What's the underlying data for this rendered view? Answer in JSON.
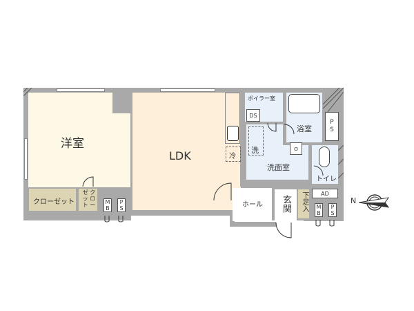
{
  "floorplan": {
    "rooms": {
      "western_room": "洋室",
      "closet": "クローゼット",
      "small_closet": "クロ|ーゼ|ット",
      "ldk": "LDK",
      "fridge": "冷",
      "boiler_room": "ボイラー室",
      "ds": "DS",
      "washer": "洗",
      "bathroom": "浴室",
      "washroom": "洗面室",
      "toilet": "トイレ",
      "ps_right": "P\nS",
      "ad": "AD",
      "hall": "ホール",
      "entrance": "玄関",
      "shoe_box": "下足入",
      "mb_left": "M\nB",
      "ps_left": "P\nS",
      "mb_right": "M\nB",
      "ps_bottom_right": "P\nS"
    },
    "compass": {
      "label": "N"
    },
    "colors": {
      "wall": "#a9a9a9",
      "western_room": "#fdf9e6",
      "ldk": "#fdefd9",
      "wet_area": "#e8f1fa",
      "closet": "#ddd4b3"
    }
  }
}
